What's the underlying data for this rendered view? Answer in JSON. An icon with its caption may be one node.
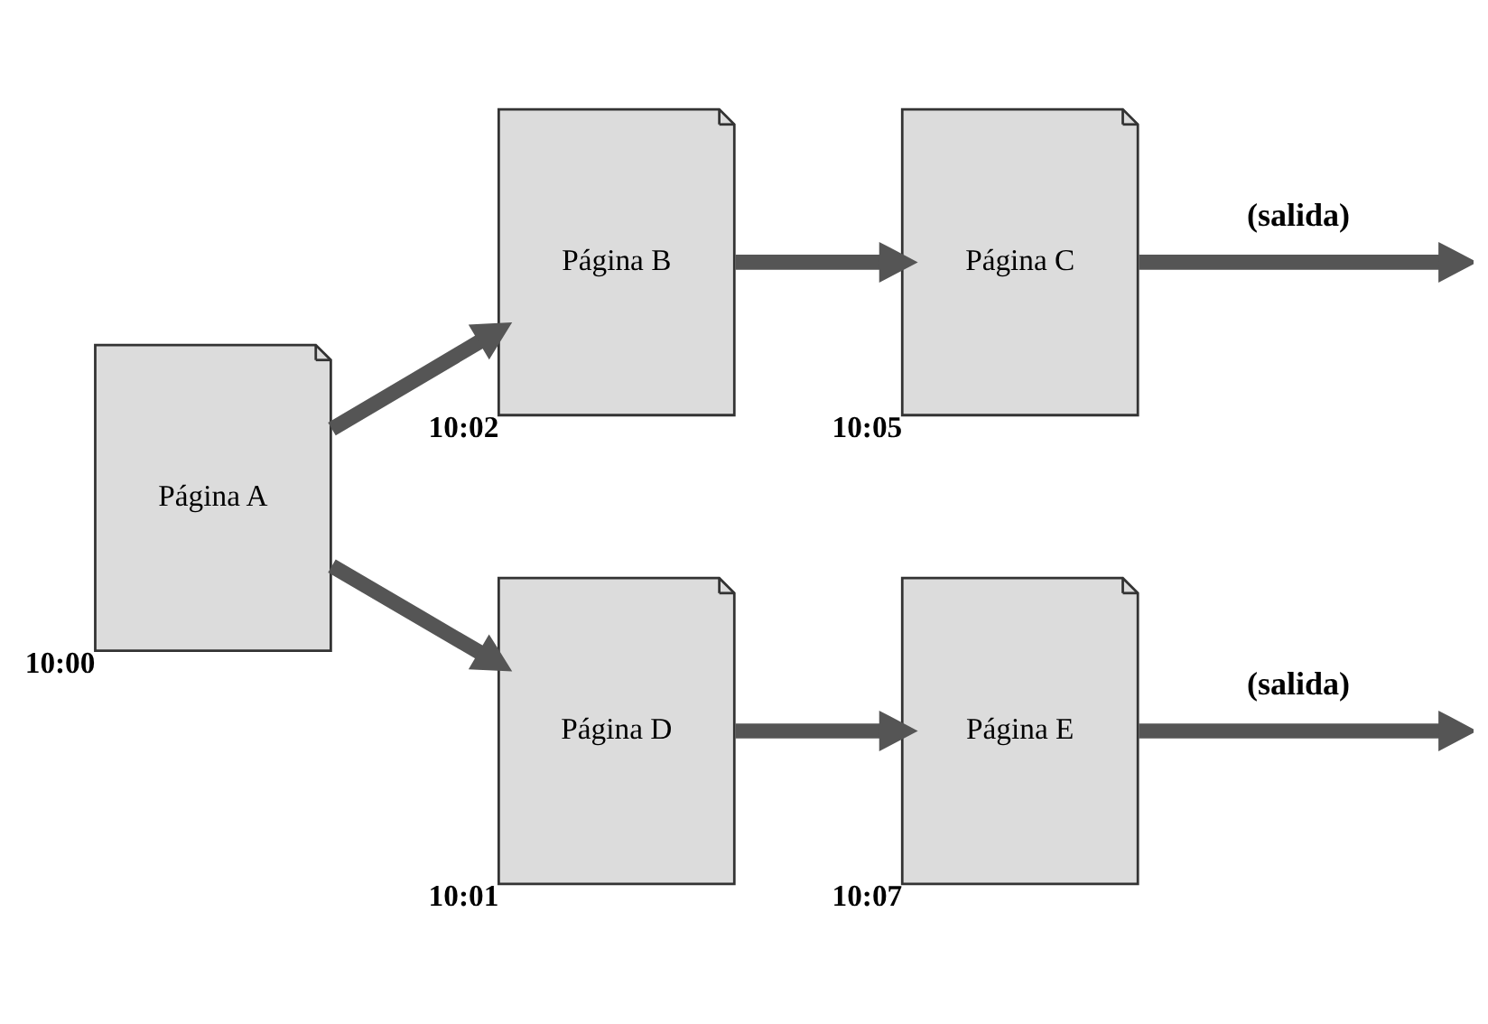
{
  "diagram": {
    "nodes": [
      {
        "text": [
          "Página A"
        ],
        "beside": [
          "10:00"
        ]
      },
      {
        "text": [
          "Página B"
        ],
        "beside": [
          "10:02"
        ]
      },
      {
        "text": [
          "Página C"
        ],
        "beside": [
          "10:05"
        ]
      },
      {
        "text": [
          "Página D"
        ],
        "beside": [
          "10:01"
        ]
      },
      {
        "text": [
          "Página E"
        ],
        "beside": [
          "10:07"
        ]
      }
    ],
    "edges": [
      {
        "from": 0,
        "to": 1,
        "arrow": "to"
      },
      {
        "from": 1,
        "to": 2,
        "arrow": "to"
      },
      {
        "from": 2,
        "to": null,
        "arrow": "to",
        "label": "(salida)"
      },
      {
        "from": 0,
        "to": 3,
        "arrow": "to"
      },
      {
        "from": 3,
        "to": 4,
        "arrow": "to"
      },
      {
        "from": 4,
        "to": null,
        "arrow": "to",
        "label": "(salida)"
      }
    ]
  }
}
